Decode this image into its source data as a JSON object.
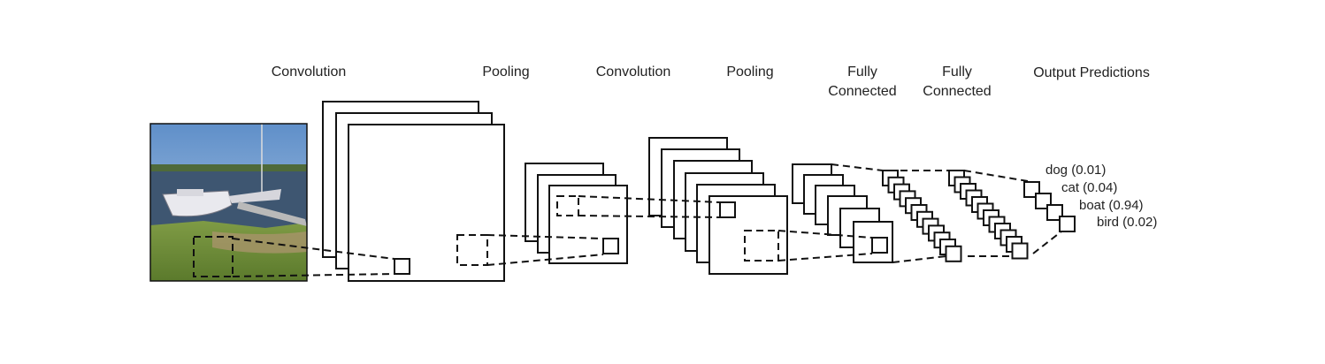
{
  "stages": [
    {
      "id": "conv1",
      "label": "Convolution"
    },
    {
      "id": "pool1",
      "label": "Pooling"
    },
    {
      "id": "conv2",
      "label": "Convolution"
    },
    {
      "id": "pool2",
      "label": "Pooling"
    },
    {
      "id": "fc1",
      "label_line1": "Fully",
      "label_line2": "Connected"
    },
    {
      "id": "fc2",
      "label_line1": "Fully",
      "label_line2": "Connected"
    },
    {
      "id": "out",
      "label": "Output Predictions"
    }
  ],
  "predictions": [
    {
      "label": "dog (0.01)",
      "class": "dog",
      "prob": 0.01
    },
    {
      "label": "cat (0.04)",
      "class": "cat",
      "prob": 0.04
    },
    {
      "label": "boat (0.94)",
      "class": "boat",
      "prob": 0.94
    },
    {
      "label": "bird (0.02)",
      "class": "bird",
      "prob": 0.02
    }
  ],
  "colors": {
    "stroke": "#111111",
    "sky": "#7fa7d6",
    "water": "#3d5570",
    "grass": "#6f8f3a",
    "boat": "#e8e8ec"
  }
}
